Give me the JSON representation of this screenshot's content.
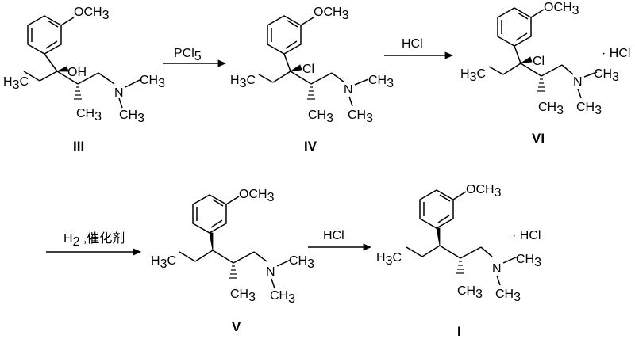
{
  "compounds": {
    "III": {
      "label": "III",
      "ome": "OCH",
      "ome_sub": "3",
      "het": "OH",
      "ethyl": "H",
      "ethyl_sub": "3",
      "ethyl_c": "C",
      "me": "CH",
      "me_sub": "3",
      "n": "N",
      "nme1": "CH",
      "nme1_sub": "3",
      "nme2": "CH",
      "nme2_sub": "3"
    },
    "IV": {
      "label": "IV",
      "ome": "OCH",
      "ome_sub": "3",
      "het": "Cl",
      "ethyl": "H",
      "ethyl_sub": "3",
      "ethyl_c": "C",
      "me": "CH",
      "me_sub": "3",
      "n": "N",
      "nme1": "CH",
      "nme1_sub": "3",
      "nme2": "CH",
      "nme2_sub": "3"
    },
    "VI": {
      "label": "VI",
      "ome": "OCH",
      "ome_sub": "3",
      "het": "Cl",
      "ethyl": "H",
      "ethyl_sub": "3",
      "ethyl_c": "C",
      "me": "CH",
      "me_sub": "3",
      "n": "N",
      "nme1": "CH",
      "nme1_sub": "3",
      "nme2": "CH",
      "nme2_sub": "3",
      "salt": "· HCl"
    },
    "V": {
      "label": "V",
      "ome": "OCH",
      "ome_sub": "3",
      "ethyl": "H",
      "ethyl_sub": "3",
      "ethyl_c": "C",
      "me": "CH",
      "me_sub": "3",
      "n": "N",
      "nme1": "CH",
      "nme1_sub": "3",
      "nme2": "CH",
      "nme2_sub": "3"
    },
    "I": {
      "label": "I",
      "ome": "OCH",
      "ome_sub": "3",
      "ethyl": "H",
      "ethyl_sub": "3",
      "ethyl_c": "C",
      "me": "CH",
      "me_sub": "3",
      "n": "N",
      "nme1": "CH",
      "nme1_sub": "3",
      "nme2": "CH",
      "nme2_sub": "3",
      "salt": "· HCl"
    }
  },
  "arrows": {
    "a1": {
      "reagent": "PCl",
      "reagent_sub": "5"
    },
    "a2": {
      "reagent": "HCl"
    },
    "a3": {
      "reagent": "H",
      "reagent_sub": "2",
      "reagent_tail": " ,催化剂"
    },
    "a4": {
      "reagent": "HCl"
    }
  }
}
